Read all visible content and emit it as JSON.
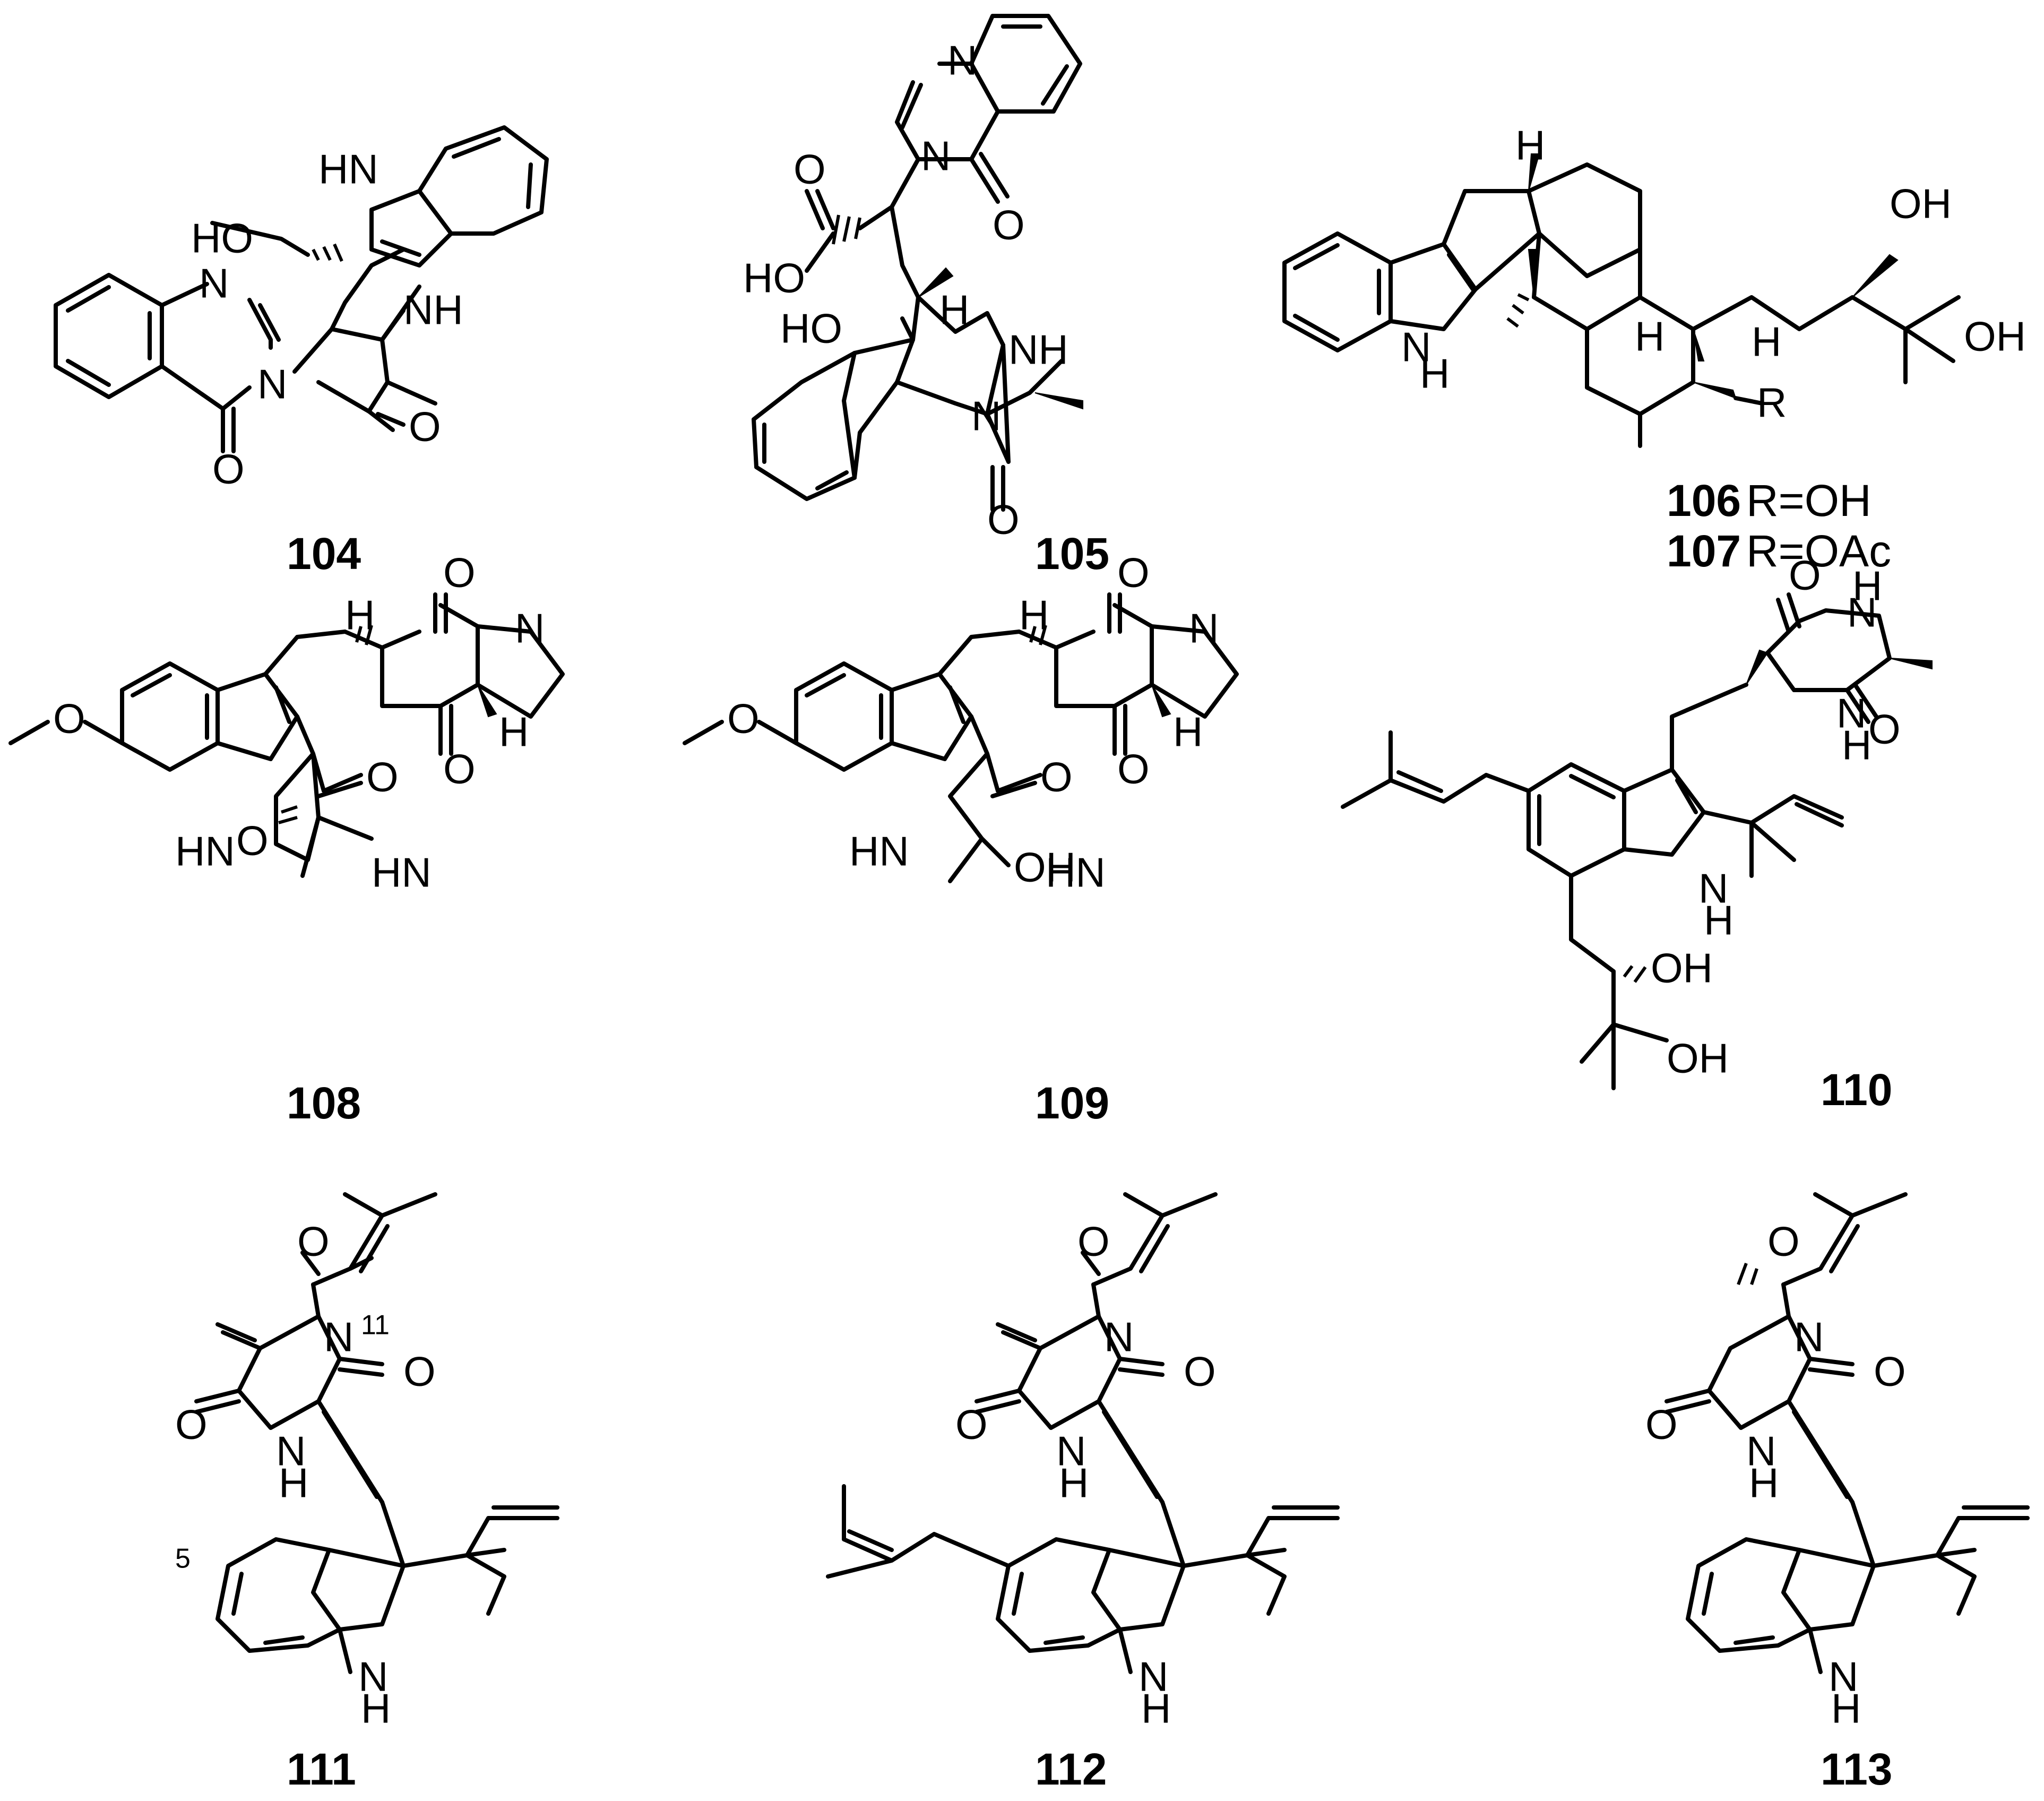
{
  "compounds": [
    {
      "id": "104",
      "label": "104"
    },
    {
      "id": "105",
      "label": "105"
    },
    {
      "id": "106",
      "label": "106",
      "substituent": "R=OH"
    },
    {
      "id": "107",
      "label": "107",
      "substituent": "R=OAc"
    },
    {
      "id": "108",
      "label": "108"
    },
    {
      "id": "109",
      "label": "109"
    },
    {
      "id": "110",
      "label": "110"
    },
    {
      "id": "111",
      "label": "111"
    },
    {
      "id": "112",
      "label": "112"
    },
    {
      "id": "113",
      "label": "113"
    }
  ],
  "atom_labels": {
    "n": "N",
    "nh": "NH",
    "hn": "HN",
    "o": "O",
    "oh": "OH",
    "ho": "HO",
    "h": "H",
    "r": "R"
  },
  "locants": {
    "c11": "11",
    "c5": "5"
  }
}
